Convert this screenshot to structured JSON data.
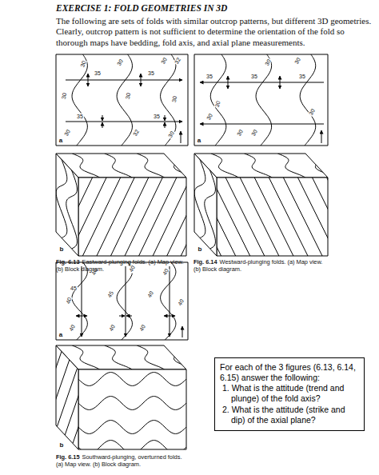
{
  "diagram": {
    "title": "EXERCISE 1: FOLD GEOMETRIES IN 3D",
    "nodes": [
      {
        "text": [
          "For each of the 3 figures (6.13, 6.14, 6.15) answer the following:",
          "1. What is the attitude (trend and plunge) of the fold axis?",
          "2. What is the attitude (strike and dip) of the axial plane?"
        ]
      }
    ],
    "labels": [
      "The following are sets of folds with similar outcrop patterns, but different 3D geometries. Clearly, outcrop pattern is not sufficient to determine the orientation of the fold so thorough maps have bedding, fold axis, and axial plane measurements.",
      "a",
      "b",
      "Fig. 6.13",
      "Eastward-plunging folds. (a) Map view. (b) Block diagram.",
      "a",
      "b",
      "Fig. 6.14",
      "Westward-plunging folds. (a) Map view. (b) Block diagram.",
      "a",
      "b",
      "Fig. 6.15",
      "Southward-plunging, overturned folds. (a) Map view. (b) Block diagram.",
      "30",
      "35",
      "30",
      "35",
      "30",
      "32",
      "30",
      "30",
      "30",
      "35",
      "35",
      "30",
      "32",
      "30",
      "35",
      "35",
      "30",
      "35",
      "30",
      "30",
      "30",
      "30",
      "30",
      "30",
      "40",
      "40",
      "40",
      "45",
      "40",
      "45",
      "40",
      "40",
      "40",
      "40",
      "40"
    ]
  }
}
